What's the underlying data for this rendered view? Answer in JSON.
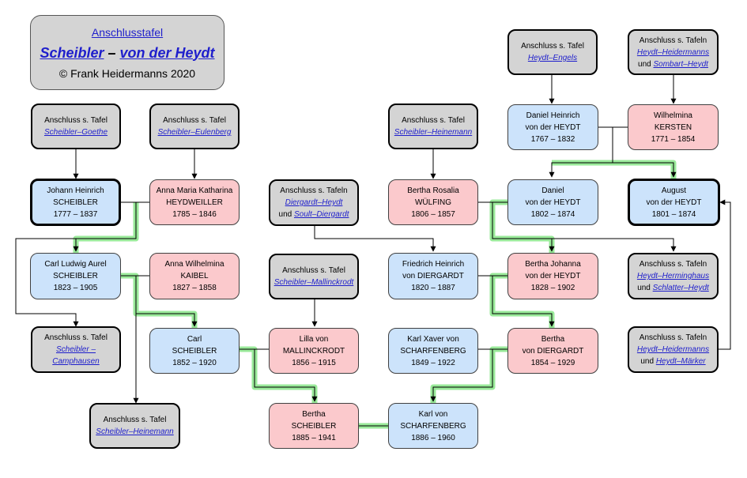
{
  "title": {
    "line1": "Anschlusstafel",
    "name1": "Scheibler",
    "dash": " – ",
    "name2": "von der Heydt",
    "copyright": "© Frank Heidermanns 2020"
  },
  "refs": {
    "goethe": {
      "label": "Anschluss s. Tafel",
      "link1": "Scheibler–Goethe"
    },
    "eulenberg": {
      "label": "Anschluss s. Tafel",
      "link1": "Scheibler–Eulenberg"
    },
    "heinemann_top": {
      "label": "Anschluss s. Tafel",
      "link1": "Scheibler–Heinemann"
    },
    "engels": {
      "label": "Anschluss s. Tafel",
      "link1": "Heydt–Engels"
    },
    "heid_sombart": {
      "label": "Anschluss s. Tafeln",
      "link1": "Heydt–Heidermanns",
      "und": "und ",
      "link2": "Sombart–Heydt"
    },
    "diergardt": {
      "label": "Anschluss s. Tafeln",
      "link1": "Diergardt–Heydt",
      "und": "und ",
      "link2": "Soult–Diergardt"
    },
    "mallinckrodt": {
      "label": "Anschluss s. Tafel",
      "link1": "Scheibler–Mallinckrodt"
    },
    "hermhaus": {
      "label": "Anschluss s. Tafeln",
      "link1": "Heydt–Herminghaus",
      "und": "und ",
      "link2": "Schlatter–Heydt"
    },
    "camphausen": {
      "label": "Anschluss s. Tafel",
      "link1": "Scheibler –",
      "link1b": "Camphausen"
    },
    "heid_maerker": {
      "label": "Anschluss s. Tafeln",
      "link1": "Heydt–Heidermanns",
      "und": "und ",
      "link2": "Heydt–Märker"
    },
    "heinemann_bot": {
      "label": "Anschluss s. Tafel",
      "link1": "Scheibler–Heinemann"
    }
  },
  "persons": {
    "johann_heinrich": {
      "l1": "Johann Heinrich",
      "l2": "SCHEIBLER",
      "l3": "1777 – 1837"
    },
    "anna_maria": {
      "l1": "Anna Maria Katharina",
      "l2": "HEYDWEILLER",
      "l3": "1785 – 1846"
    },
    "bertha_rosalia": {
      "l1": "Bertha Rosalia",
      "l2": "WÜLFING",
      "l3": "1806 – 1857"
    },
    "daniel_heinrich": {
      "l1": "Daniel Heinrich",
      "l2": "von der HEYDT",
      "l3": "1767 – 1832"
    },
    "wilhelmina": {
      "l1": "Wilhelmina",
      "l2": "KERSTEN",
      "l3": "1771 – 1854"
    },
    "daniel": {
      "l1": "Daniel",
      "l2": "von der HEYDT",
      "l3": "1802 – 1874"
    },
    "august": {
      "l1": "August",
      "l2": "von der HEYDT",
      "l3": "1801 – 1874"
    },
    "carl_ludwig": {
      "l1": "Carl Ludwig Aurel",
      "l2": "SCHEIBLER",
      "l3": "1823 – 1905"
    },
    "anna_wilhelmina": {
      "l1": "Anna Wilhelmina",
      "l2": "KAIBEL",
      "l3": "1827 – 1858"
    },
    "friedrich": {
      "l1": "Friedrich Heinrich",
      "l2": "von DIERGARDT",
      "l3": "1820 – 1887"
    },
    "bertha_johanna": {
      "l1": "Bertha Johanna",
      "l2": "von der HEYDT",
      "l3": "1828 – 1902"
    },
    "carl": {
      "l1": "Carl",
      "l2": "SCHEIBLER",
      "l3": "1852 – 1920"
    },
    "lilla": {
      "l1": "Lilla von",
      "l2": "MALLINCKRODT",
      "l3": "1856 – 1915"
    },
    "karl_xaver": {
      "l1": "Karl Xaver von",
      "l2": "SCHARFENBERG",
      "l3": "1849 – 1922"
    },
    "bertha_diergardt": {
      "l1": "Bertha",
      "l2": "von DIERGARDT",
      "l3": "1854 – 1929"
    },
    "bertha_scheibler": {
      "l1": "Bertha",
      "l2": "SCHEIBLER",
      "l3": "1885 – 1941"
    },
    "karl_scharf": {
      "l1": "Karl von",
      "l2": "SCHARFENBERG",
      "l3": "1886 – 1960"
    }
  }
}
